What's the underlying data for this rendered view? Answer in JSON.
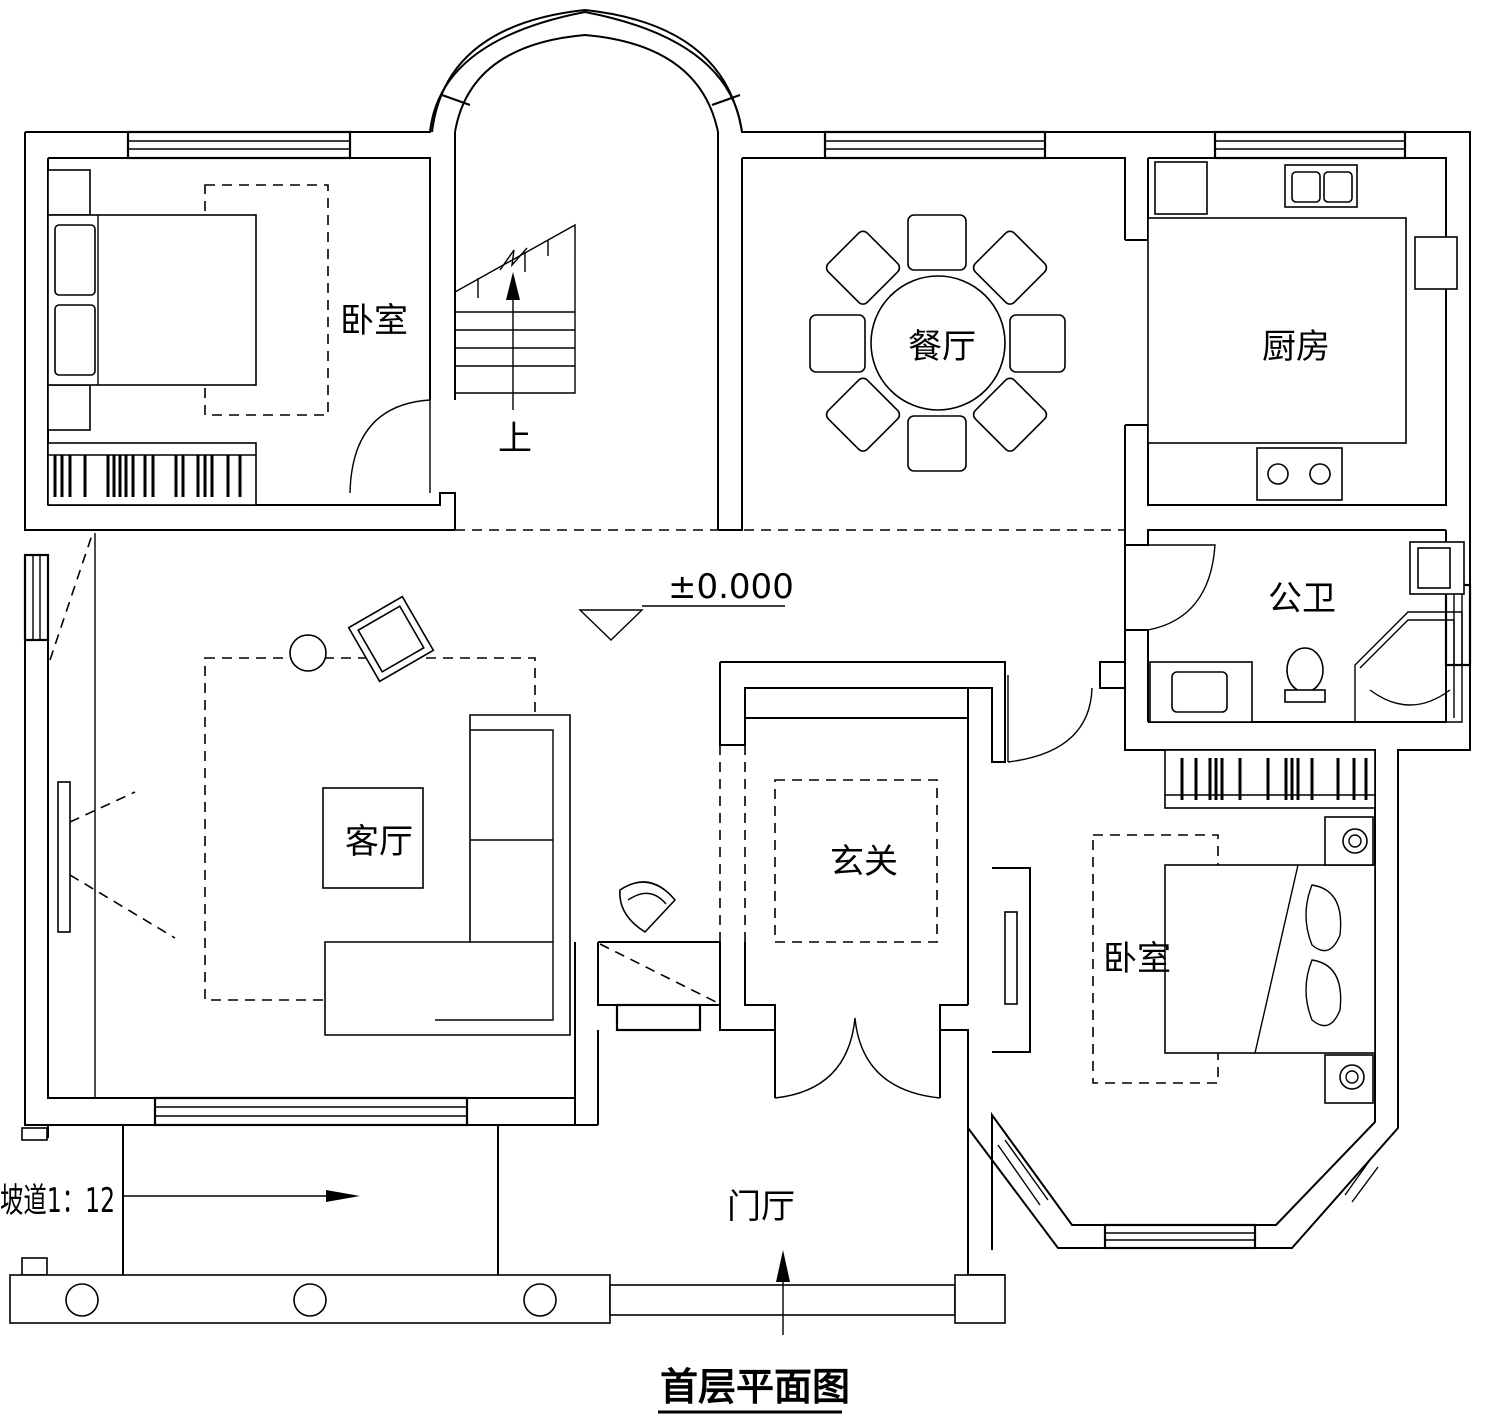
{
  "title": "首层平面图",
  "rooms": {
    "bedroom_nw": "卧室",
    "stair_up": "上",
    "dining": "餐厅",
    "kitchen": "厨房",
    "public_wc": "公卫",
    "living": "客厅",
    "foyer": "玄关",
    "bedroom_se": "卧室",
    "entrance_hall": "门厅"
  },
  "elevation": "±0.000",
  "ramp": "坡道1：12"
}
